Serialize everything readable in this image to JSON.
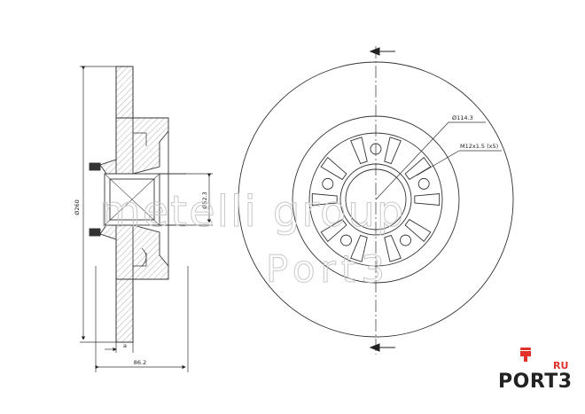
{
  "dimensions": {
    "outer_diameter": "Ø260",
    "center_bore": "Ø52.3",
    "total_height": "86.2",
    "offset_label": "a",
    "bolt_circle": "Ø114.3",
    "bolt_thread": "M12x1.5  (x5)"
  },
  "watermark": {
    "line1": "metelli group",
    "line2": "Port3"
  },
  "logo": {
    "text": "PORT3",
    "suffix": "RU",
    "accent": "#e0322b",
    "dark": "#222222"
  }
}
